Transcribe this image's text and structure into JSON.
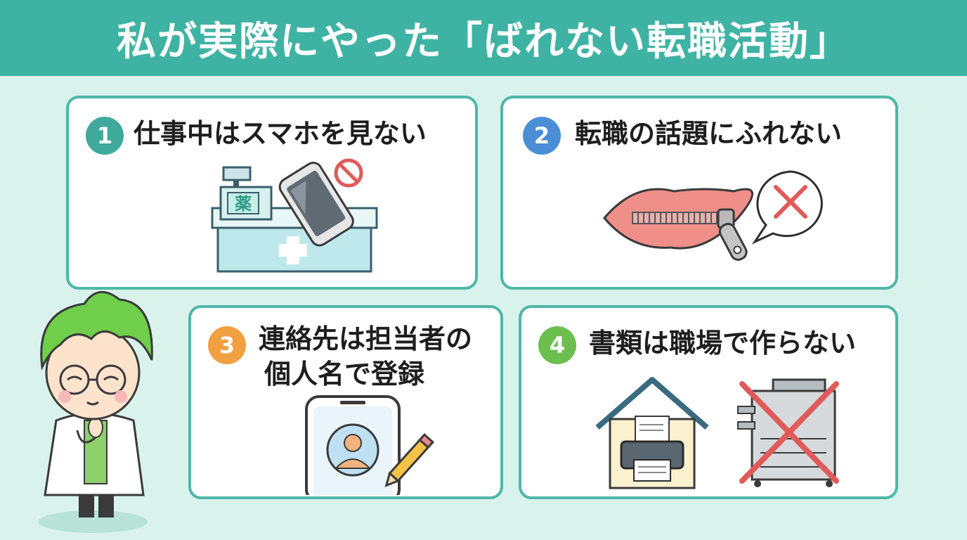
{
  "header": {
    "title": "私が実際にやった「ばれない転職活動」"
  },
  "cards": [
    {
      "number": "1",
      "title": "仕事中はスマホを見ない",
      "badge_color": "#3fa99b",
      "illustration": "pharmacy-counter-smartphone-prohibited"
    },
    {
      "number": "2",
      "title": "転職の話題にふれない",
      "badge_color": "#4a8fd6",
      "illustration": "zipped-lips-speech-cross"
    },
    {
      "number": "3",
      "title_line1": "連絡先は担当者の",
      "title_line2": "個人名で登録",
      "badge_color": "#f0a040",
      "illustration": "phone-contact-pencil"
    },
    {
      "number": "4",
      "title": "書類は職場で作らない",
      "badge_color": "#6cbf4f",
      "illustration": "home-printer-vs-office-copier-crossed"
    }
  ],
  "illustration_text": {
    "register_label": "薬"
  },
  "colors": {
    "header_bg": "#3fb3a3",
    "page_bg": "#d9f3ec",
    "card_border": "#4fb7a8",
    "cross_red": "#e05a5a"
  }
}
